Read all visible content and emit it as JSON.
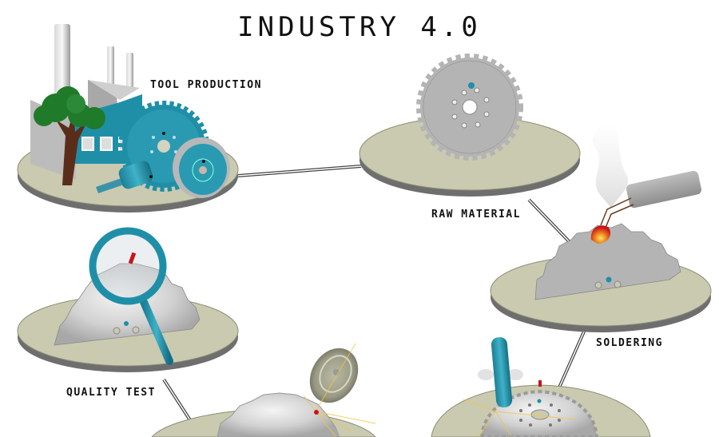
{
  "title": "INDUSTRY 4.0",
  "stages": [
    {
      "id": "tool-production",
      "label": "TOOL PRODUCTION"
    },
    {
      "id": "raw-material",
      "label": "RAW MATERIAL"
    },
    {
      "id": "soldering",
      "label": "SOLDERING"
    },
    {
      "id": "quality-test",
      "label": "QUALITY TEST"
    },
    {
      "id": "grinding-1",
      "label": ""
    },
    {
      "id": "grinding-2",
      "label": ""
    }
  ],
  "colors": {
    "platform_top": "#c9cab0",
    "platform_side": "#6e6e6e",
    "blade_gray": "#b4b4b4",
    "teal": "#1f8fa8",
    "tree_green": "#1f7a2a",
    "trunk": "#5a2d1a",
    "hot_red": "#c8141a",
    "spark": "#f3c444",
    "connector": "#444444"
  },
  "icons": [
    "factory-icon",
    "tree-icon",
    "saw-blade-icon",
    "drill-bit-icon",
    "cutting-disc-icon",
    "soldering-iron-icon",
    "magnifier-icon",
    "grinding-wheel-icon"
  ]
}
